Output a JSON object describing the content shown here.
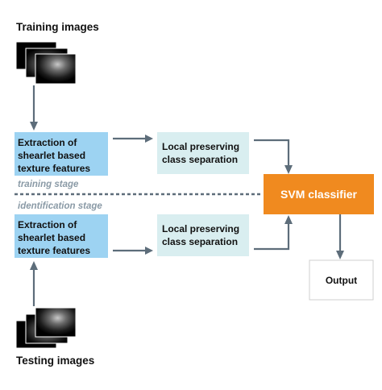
{
  "training_images_label": "Training images",
  "testing_images_label": "Testing images",
  "training_extraction": [
    "Extraction of",
    "shearlet based",
    "texture features"
  ],
  "training_lpcs": [
    "Local preserving",
    "class separation"
  ],
  "testing_extraction": [
    "Extraction of",
    "shearlet based",
    "texture features"
  ],
  "testing_lpcs": [
    "Local preserving",
    "class separation"
  ],
  "training_stage_label": "training stage",
  "identification_stage_label": "identification stage",
  "svm_label": "SVM classifier",
  "output_label": "Output",
  "colors": {
    "extraction_box": "#9dd3f2",
    "lpcs_box": "#d9eef0",
    "svm_box": "#f08a1f",
    "output_box": "#ffffff",
    "arrow": "#5d6d7a",
    "stage_text": "#8a9aa6"
  }
}
